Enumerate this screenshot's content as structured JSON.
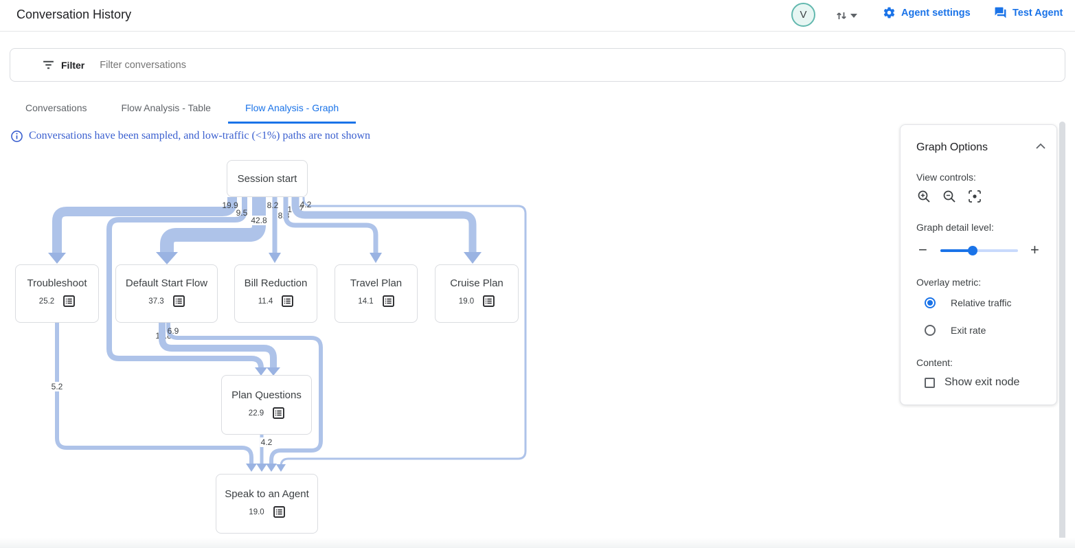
{
  "header": {
    "title": "Conversation History",
    "avatar_initial": "V",
    "agent_settings_label": "Agent settings",
    "test_agent_label": "Test Agent"
  },
  "filter_bar": {
    "label": "Filter",
    "placeholder": "Filter conversations"
  },
  "tabs": {
    "items": [
      {
        "label": "Conversations",
        "active": false
      },
      {
        "label": "Flow Analysis - Table",
        "active": false
      },
      {
        "label": "Flow Analysis - Graph",
        "active": true
      }
    ]
  },
  "notice": "Conversations have been sampled, and low-traffic (<1%) paths are not shown",
  "graph_options": {
    "title": "Graph Options",
    "view_controls_label": "View controls:",
    "detail_label": "Graph detail level:",
    "detail_percent": 42,
    "overlay_label": "Overlay metric:",
    "overlay_options": [
      "Relative traffic",
      "Exit rate"
    ],
    "overlay_selected": "Relative traffic",
    "content_label": "Content:",
    "show_exit_node_label": "Show exit node",
    "show_exit_node_checked": false
  },
  "colors": {
    "accent": "#1a73e8",
    "ribbon": "#aec3e9",
    "arrowhead": "#9ab3e2",
    "node_border": "#dadce0",
    "notice_blue": "#3a5fcf"
  },
  "chart_data": {
    "type": "flow-graph",
    "title": "Flow Analysis - Graph",
    "overlay_metric": "Relative traffic",
    "nodes": [
      {
        "id": "session-start",
        "label": "Session start",
        "value": null
      },
      {
        "id": "troubleshoot",
        "label": "Troubleshoot",
        "value": "25.2"
      },
      {
        "id": "default-start-flow",
        "label": "Default Start Flow",
        "value": "37.3"
      },
      {
        "id": "bill-reduction",
        "label": "Bill Reduction",
        "value": "11.4"
      },
      {
        "id": "travel-plan",
        "label": "Travel Plan",
        "value": "14.1"
      },
      {
        "id": "cruise-plan",
        "label": "Cruise Plan",
        "value": "19.0"
      },
      {
        "id": "plan-questions",
        "label": "Plan Questions",
        "value": "22.9"
      },
      {
        "id": "speak-to-an-agent",
        "label": "Speak to an Agent",
        "value": "19.0"
      }
    ],
    "edges": [
      {
        "from": "session-start",
        "to": "troubleshoot",
        "value": "19.9"
      },
      {
        "from": "session-start",
        "to": "plan-questions",
        "value": "9.5"
      },
      {
        "from": "session-start",
        "to": "default-start-flow",
        "value": "42.8"
      },
      {
        "from": "session-start",
        "to": "bill-reduction",
        "value": "8.2"
      },
      {
        "from": "session-start",
        "to": "travel-plan",
        "value": "8.8"
      },
      {
        "from": "session-start",
        "to": "cruise-plan",
        "value": "16.7"
      },
      {
        "from": "session-start",
        "to": "speak-to-an-agent",
        "value": "4.2"
      },
      {
        "from": "default-start-flow",
        "to": "plan-questions",
        "value": "10.8"
      },
      {
        "from": "default-start-flow",
        "to": "speak-to-an-agent",
        "value": "6.9"
      },
      {
        "from": "troubleshoot",
        "to": "speak-to-an-agent",
        "value": "5.2"
      },
      {
        "from": "plan-questions",
        "to": "speak-to-an-agent",
        "value": "4.2"
      }
    ]
  }
}
